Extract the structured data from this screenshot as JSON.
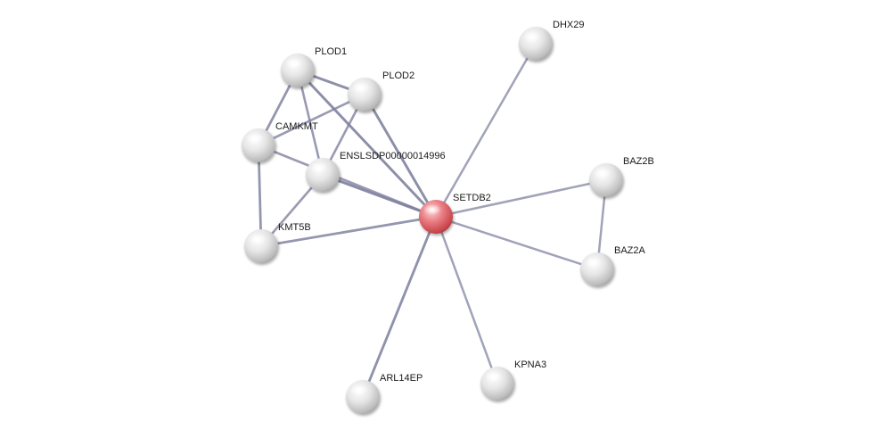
{
  "network": {
    "colors": {
      "node_default": "#d9d9d9",
      "node_query": "#e06a6f",
      "edge": "#7d7f9c",
      "background": "#ffffff"
    },
    "query_node": "SETDB2",
    "nodes": [
      {
        "id": "SETDB2",
        "label": "SETDB2",
        "query": true
      },
      {
        "id": "DHX29",
        "label": "DHX29"
      },
      {
        "id": "PLOD1",
        "label": "PLOD1"
      },
      {
        "id": "PLOD2",
        "label": "PLOD2"
      },
      {
        "id": "CAMKMT",
        "label": "CAMKMT"
      },
      {
        "id": "ENSLSDP00000014996",
        "label": "ENSLSDP00000014996"
      },
      {
        "id": "KMT5B",
        "label": "KMT5B"
      },
      {
        "id": "BAZ2B",
        "label": "BAZ2B"
      },
      {
        "id": "BAZ2A",
        "label": "BAZ2A"
      },
      {
        "id": "ARL14EP",
        "label": "ARL14EP"
      },
      {
        "id": "KPNA3",
        "label": "KPNA3"
      }
    ],
    "edges": [
      {
        "source": "SETDB2",
        "target": "DHX29",
        "strength": 0.55
      },
      {
        "source": "SETDB2",
        "target": "PLOD1",
        "strength": 0.85
      },
      {
        "source": "SETDB2",
        "target": "PLOD2",
        "strength": 0.85
      },
      {
        "source": "SETDB2",
        "target": "CAMKMT",
        "strength": 0.65
      },
      {
        "source": "SETDB2",
        "target": "ENSLSDP00000014996",
        "strength": 0.9
      },
      {
        "source": "SETDB2",
        "target": "KMT5B",
        "strength": 0.75
      },
      {
        "source": "SETDB2",
        "target": "BAZ2B",
        "strength": 0.55
      },
      {
        "source": "SETDB2",
        "target": "BAZ2A",
        "strength": 0.55
      },
      {
        "source": "SETDB2",
        "target": "ARL14EP",
        "strength": 0.8
      },
      {
        "source": "SETDB2",
        "target": "KPNA3",
        "strength": 0.55
      },
      {
        "source": "PLOD1",
        "target": "PLOD2",
        "strength": 0.85
      },
      {
        "source": "PLOD1",
        "target": "CAMKMT",
        "strength": 0.75
      },
      {
        "source": "PLOD1",
        "target": "ENSLSDP00000014996",
        "strength": 0.65
      },
      {
        "source": "PLOD2",
        "target": "CAMKMT",
        "strength": 0.65
      },
      {
        "source": "PLOD2",
        "target": "ENSLSDP00000014996",
        "strength": 0.65
      },
      {
        "source": "CAMKMT",
        "target": "KMT5B",
        "strength": 0.75
      },
      {
        "source": "ENSLSDP00000014996",
        "target": "KMT5B",
        "strength": 0.65
      },
      {
        "source": "BAZ2B",
        "target": "BAZ2A",
        "strength": 0.55
      }
    ]
  }
}
